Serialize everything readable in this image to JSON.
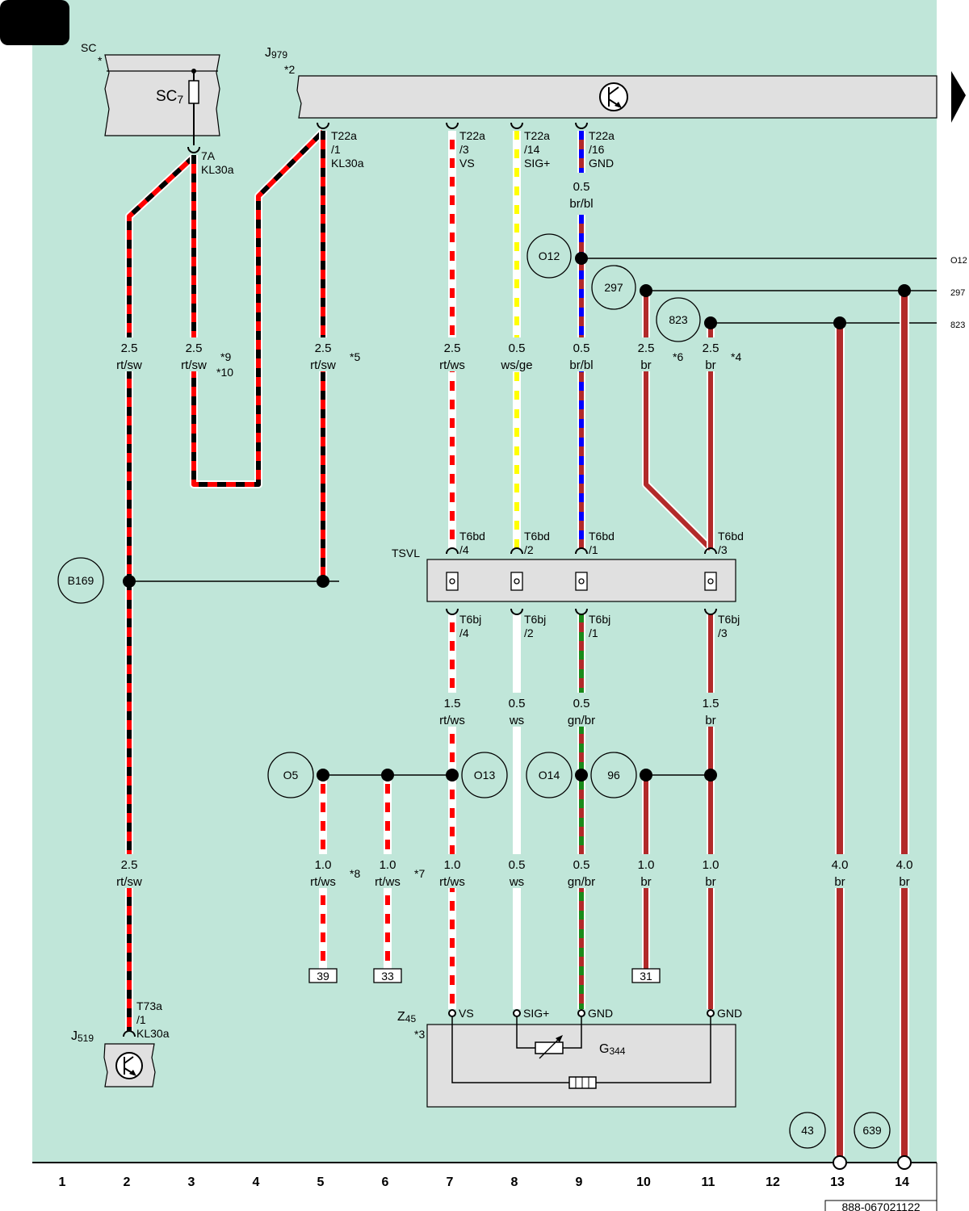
{
  "colors": {
    "background": "#c0e6d9",
    "component_fill": "#e0e0e0",
    "red": "#ff0000",
    "black": "#000000",
    "white": "#ffffff",
    "yellow": "#ffff00",
    "blue": "#0000ff",
    "brown": "#b22a2a",
    "green": "#1a8a1a"
  },
  "labels": {
    "sc": "SC",
    "sc_star": "*",
    "sc7": "SC",
    "sc7_sub": "7",
    "fuse_7a": "7A",
    "fuse_kl30a": "KL30a",
    "j979": "J",
    "j979_sub": "979",
    "j979_star": "*2",
    "j519": "J",
    "j519_sub": "519",
    "z45": "Z",
    "z45_sub": "45",
    "z45_star": "*3",
    "g344": "G",
    "g344_sub": "344",
    "tsvl": "TSVL",
    "doc_number": "888-067021122"
  },
  "pins": {
    "t22a_1": [
      "T22a",
      "/1",
      "KL30a"
    ],
    "t22a_3": [
      "T22a",
      "/3",
      "VS"
    ],
    "t22a_14": [
      "T22a",
      "/14",
      "SIG+"
    ],
    "t22a_16": [
      "T22a",
      "/16",
      "GND"
    ],
    "t6bd_4": [
      "T6bd",
      "/4"
    ],
    "t6bd_2": [
      "T6bd",
      "/2"
    ],
    "t6bd_1": [
      "T6bd",
      "/1"
    ],
    "t6bd_3": [
      "T6bd",
      "/3"
    ],
    "t6bj_4": [
      "T6bj",
      "/4"
    ],
    "t6bj_2": [
      "T6bj",
      "/2"
    ],
    "t6bj_1": [
      "T6bj",
      "/1"
    ],
    "t6bj_3": [
      "T6bj",
      "/3"
    ],
    "t73a_1": [
      "T73a",
      "/1",
      "KL30a"
    ],
    "z_vs": "VS",
    "z_sig": "SIG+",
    "z_gnd1": "GND",
    "z_gnd2": "GND"
  },
  "wires": {
    "w2_top": [
      "2.5",
      "rt/sw"
    ],
    "w3": [
      "2.5",
      "rt/sw"
    ],
    "w5": [
      "2.5",
      "rt/sw"
    ],
    "w7a": [
      "2.5",
      "rt/ws"
    ],
    "w8a": [
      "0.5",
      "ws/ge"
    ],
    "w9_top": [
      "0.5",
      "br/bl"
    ],
    "w9a": [
      "0.5",
      "br/bl"
    ],
    "w10": [
      "2.5",
      "br"
    ],
    "w11a": [
      "2.5",
      "br"
    ],
    "w7b": [
      "1.5",
      "rt/ws"
    ],
    "w8b": [
      "0.5",
      "ws"
    ],
    "w9b": [
      "0.5",
      "gn/br"
    ],
    "w11b": [
      "1.5",
      "br"
    ],
    "w2_bot": [
      "2.5",
      "rt/sw"
    ],
    "w5b": [
      "1.0",
      "rt/ws"
    ],
    "w6b": [
      "1.0",
      "rt/ws"
    ],
    "w7c": [
      "1.0",
      "rt/ws"
    ],
    "w8c": [
      "0.5",
      "ws"
    ],
    "w9c": [
      "0.5",
      "gn/br"
    ],
    "w10c": [
      "1.0",
      "br"
    ],
    "w11c": [
      "1.0",
      "br"
    ],
    "w13": [
      "4.0",
      "br"
    ],
    "w14": [
      "4.0",
      "br"
    ]
  },
  "notes": {
    "n9": "*9",
    "n10": "*10",
    "n5": "*5",
    "n6": "*6",
    "n4": "*4",
    "n8": "*8",
    "n7": "*7"
  },
  "connections": {
    "o12": "O12",
    "c297": "297",
    "c823": "823",
    "b169": "B169",
    "o5": "O5",
    "o13": "O13",
    "o14": "O14",
    "c96": "96",
    "c43": "43",
    "c639": "639"
  },
  "edge_refs": {
    "o12": "O12",
    "c297": "297",
    "c823": "823"
  },
  "ground_points": {
    "g39": "39",
    "g33": "33",
    "g31": "31"
  },
  "track_numbers": [
    "1",
    "2",
    "3",
    "4",
    "5",
    "6",
    "7",
    "8",
    "9",
    "10",
    "11",
    "12",
    "13",
    "14"
  ]
}
